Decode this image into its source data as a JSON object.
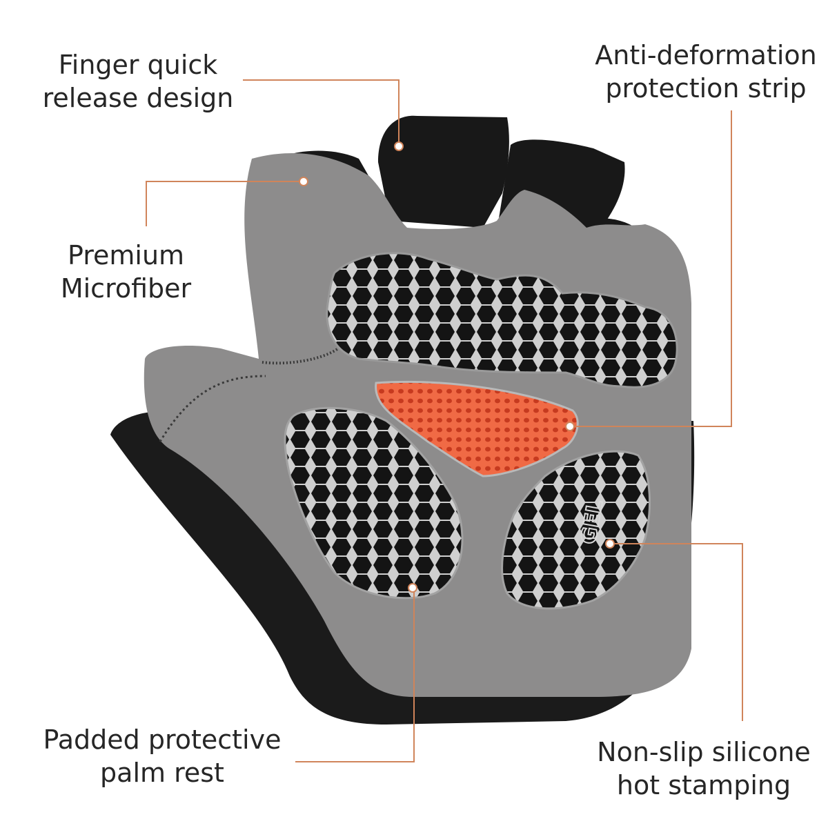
{
  "callouts": {
    "finger_release": {
      "line1": "Finger quick",
      "line2": "release design"
    },
    "premium_microfiber": {
      "line1": "Premium",
      "line2": "Microfiber"
    },
    "padded_palm": {
      "line1": "Padded protective",
      "line2": "palm rest"
    },
    "anti_deformation": {
      "line1": "Anti-deformation",
      "line2": "protection strip"
    },
    "non_slip": {
      "line1": "Non-slip silicone",
      "line2": "hot stamping"
    }
  },
  "product": {
    "gel_text": "GEL"
  },
  "colors": {
    "accent_line": "#d0845a",
    "glove_gray": "#8d8c8c",
    "glove_black": "#1b1b1b",
    "mesh_red": "#ea4a2c",
    "text": "#262626"
  }
}
